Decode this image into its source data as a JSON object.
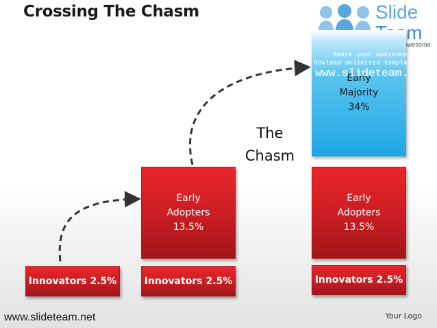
{
  "title": "Crossing The Chasm",
  "chasm_label": {
    "line1": "The",
    "line2": "Chasm"
  },
  "boxes": {
    "innovators_1": "Innovators  2.5%",
    "innovators_2": "Innovators  2.5%",
    "innovators_3": "Innovators  2.5%",
    "early_adopters_1": {
      "line1": "Early",
      "line2": "Adopters",
      "line3": "13.5%"
    },
    "early_adopters_2": {
      "line1": "Early",
      "line2": "Adopters",
      "line3": "13.5%"
    },
    "early_majority": {
      "line1": "Early",
      "line2": "Majority",
      "line3": "34%"
    }
  },
  "watermark": {
    "brand_line1": "Slide",
    "brand_line2": "Team",
    "tagline": "Making Your Presentations Look Awesome",
    "line1": "Amaze your audience",
    "line2": "Dowload unlimited templates",
    "url": "www.slideteam.net"
  },
  "footer": {
    "url": "www.slideteam.net",
    "logo": "Your Logo"
  },
  "colors": {
    "red": "#c81d22",
    "blue": "#1ea6e3",
    "arrow": "#333333"
  },
  "icons": [
    "people-logo-icon",
    "dashed-arrow-icon"
  ]
}
